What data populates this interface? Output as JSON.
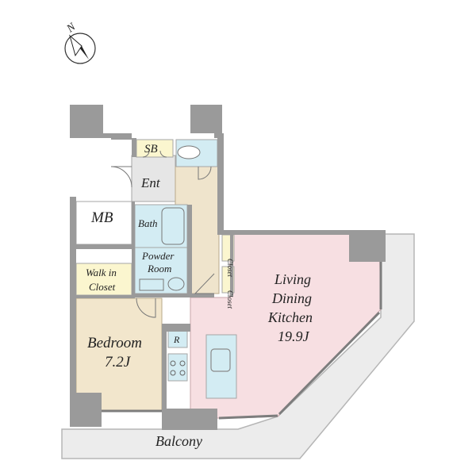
{
  "compass": {
    "label": "N"
  },
  "rooms": {
    "sb": "SB",
    "ent": "Ent",
    "mb": "MB",
    "bath": "Bath",
    "powder": [
      "Powder",
      "Room"
    ],
    "walkin": [
      "Walk in",
      "Closet"
    ],
    "bedroom": [
      "Bedroom",
      "7.2J"
    ],
    "ldk": [
      "Living",
      "Dining",
      "Kitchen",
      "19.9J"
    ],
    "closet_upper": "Closet",
    "closet_lower": "Closet",
    "fridge": "R",
    "balcony": "Balcony"
  },
  "colors": {
    "wall": "#9a9a9a",
    "ldk": "#f7dfe2",
    "bedroom": "#f2e6cc",
    "hall": "#efe4cc",
    "wet": "#d3ecf3",
    "storage": "#fbf6cf",
    "entrance": "#e6e6e6",
    "balcony": "#ececec"
  }
}
